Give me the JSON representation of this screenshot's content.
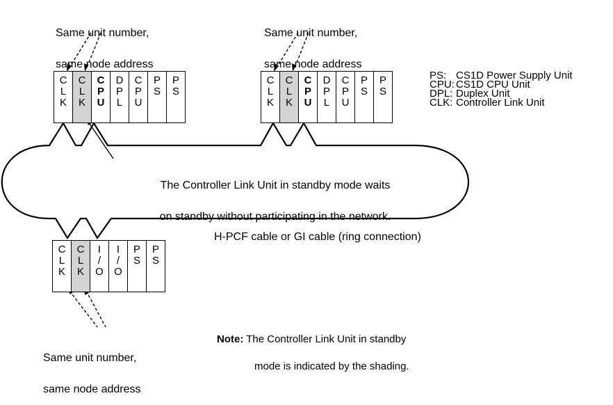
{
  "callouts": {
    "top_left": [
      "Same unit number,",
      "same node address"
    ],
    "top_right": [
      "Same unit number,",
      "same node address"
    ],
    "bottom": [
      "Same unit number,",
      "same node address"
    ]
  },
  "racks": {
    "top_left": [
      {
        "letters": [
          "C",
          "L",
          "K"
        ],
        "shaded": false,
        "bold": false
      },
      {
        "letters": [
          "C",
          "L",
          "K"
        ],
        "shaded": true,
        "bold": false
      },
      {
        "letters": [
          "C",
          "P",
          "U"
        ],
        "shaded": false,
        "bold": true
      },
      {
        "letters": [
          "D",
          "P",
          "L"
        ],
        "shaded": false,
        "bold": false
      },
      {
        "letters": [
          "C",
          "P",
          "U"
        ],
        "shaded": false,
        "bold": false
      },
      {
        "letters": [
          "P",
          "S"
        ],
        "shaded": false,
        "bold": false
      },
      {
        "letters": [
          "P",
          "S"
        ],
        "shaded": false,
        "bold": false
      }
    ],
    "top_right": [
      {
        "letters": [
          "C",
          "L",
          "K"
        ],
        "shaded": false,
        "bold": false
      },
      {
        "letters": [
          "C",
          "L",
          "K"
        ],
        "shaded": true,
        "bold": false
      },
      {
        "letters": [
          "C",
          "P",
          "U"
        ],
        "shaded": false,
        "bold": true
      },
      {
        "letters": [
          "D",
          "P",
          "L"
        ],
        "shaded": false,
        "bold": false
      },
      {
        "letters": [
          "C",
          "P",
          "U"
        ],
        "shaded": false,
        "bold": false
      },
      {
        "letters": [
          "P",
          "S"
        ],
        "shaded": false,
        "bold": false
      },
      {
        "letters": [
          "P",
          "S"
        ],
        "shaded": false,
        "bold": false
      }
    ],
    "bottom": [
      {
        "letters": [
          "C",
          "L",
          "K"
        ],
        "shaded": false,
        "bold": false
      },
      {
        "letters": [
          "C",
          "L",
          "K"
        ],
        "shaded": true,
        "bold": false
      },
      {
        "letters": [
          "I",
          "/",
          "O"
        ],
        "shaded": false,
        "bold": false
      },
      {
        "letters": [
          "I",
          "/",
          "O"
        ],
        "shaded": false,
        "bold": false
      },
      {
        "letters": [
          "P",
          "S"
        ],
        "shaded": false,
        "bold": false
      },
      {
        "letters": [
          "P",
          "S"
        ],
        "shaded": false,
        "bold": false
      }
    ]
  },
  "legend": [
    {
      "key": "PS:",
      "value": "CS1D Power Supply Unit"
    },
    {
      "key": "CPU:",
      "value": "CS1D CPU Unit"
    },
    {
      "key": "DPL:",
      "value": "Duplex Unit"
    },
    {
      "key": "CLK:",
      "value": "Controller Link Unit"
    }
  ],
  "standby_label": [
    "The Controller Link Unit in standby mode waits",
    "on standby without participating in the network."
  ],
  "cable_label": "H-PCF cable or GI cable (ring connection)",
  "note": {
    "label": "Note:",
    "lines": [
      "The Controller Link Unit in standby",
      "mode is indicated by the shading."
    ]
  },
  "colors": {
    "shaded_unit": "#d3d3d3",
    "line": "#000000"
  }
}
